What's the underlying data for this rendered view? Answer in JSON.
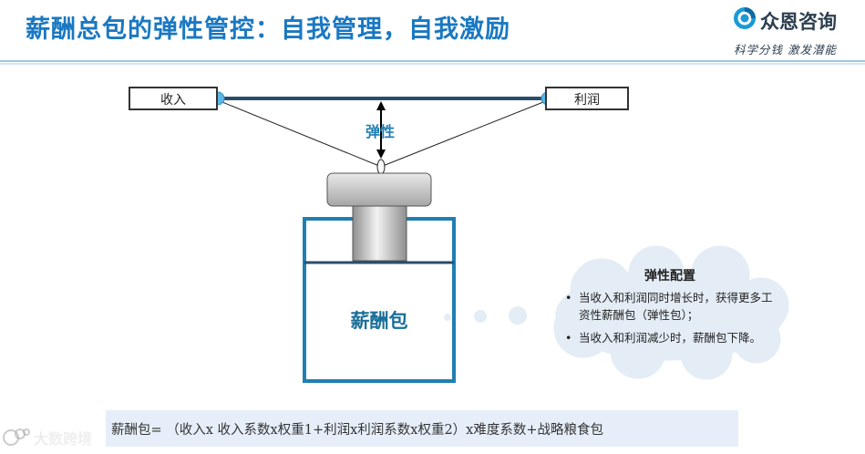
{
  "header": {
    "title": "薪酬总包的弹性管控：自我管理，自我激励",
    "logo_name": "众恩咨询",
    "logo_slogan": "科学分钱 激发潜能"
  },
  "diagram": {
    "left_box": "收入",
    "right_box": "利润",
    "spring_label": "弹性",
    "package_label": "薪酬包"
  },
  "cloud": {
    "title": "弹性配置",
    "bullet_glyph": "•",
    "items": [
      "当收入和利润同时增长时，获得更多工资性薪酬包（弹性包）；",
      "当收入和利润减少时，薪酬包下降。"
    ]
  },
  "formula": "薪酬包= （收入x 收入系数x权重1+利润x利润系数x权重2）x难度系数+战略粮食包",
  "watermark": "大数跨境",
  "colors": {
    "title_blue": "#1a78c2",
    "box_blue": "#1f7fb3",
    "node_blue": "#5bb7e6",
    "formula_bg": "#e6eff9"
  }
}
